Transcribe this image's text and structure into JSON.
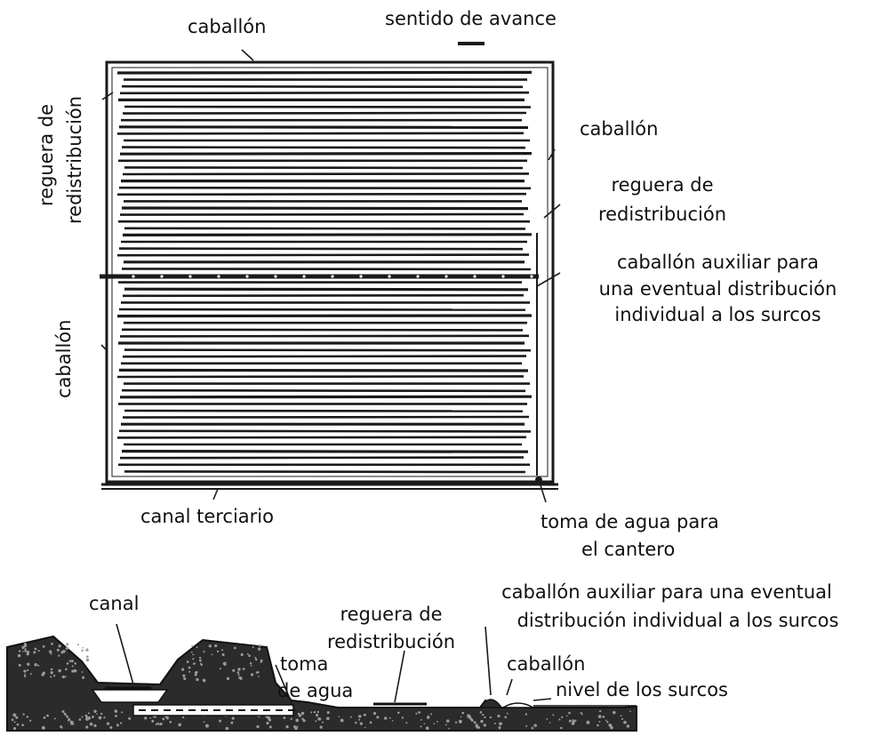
{
  "plan_view": {
    "label_top_caballon": "caballón",
    "label_sentido": "sentido de avance",
    "label_left_reguera_line1": "reguera de",
    "label_left_reguera_line2": "redistribución",
    "label_left_caballon": "caballón",
    "label_right_caballon": "caballón",
    "label_right_reguera_line1": "reguera de",
    "label_right_reguera_line2": "redistribución",
    "label_auxiliar_line1": "caballón auxiliar para",
    "label_auxiliar_line2": "una eventual distribución",
    "label_auxiliar_line3": "individual a los surcos",
    "label_canal_terciario": "canal terciario",
    "label_toma_line1": "toma de agua para",
    "label_toma_line2": "el cantero"
  },
  "section_view": {
    "label_canal": "canal",
    "label_reguera_line1": "reguera de",
    "label_reguera_line2": "redistribución",
    "label_toma_line1": "toma",
    "label_toma_line2": "de agua",
    "label_auxiliar_line1": "caballón auxiliar para una eventual",
    "label_auxiliar_line2": "distribución individual a los surcos",
    "label_caballon": "caballón",
    "label_nivel": "nivel de los surcos"
  }
}
